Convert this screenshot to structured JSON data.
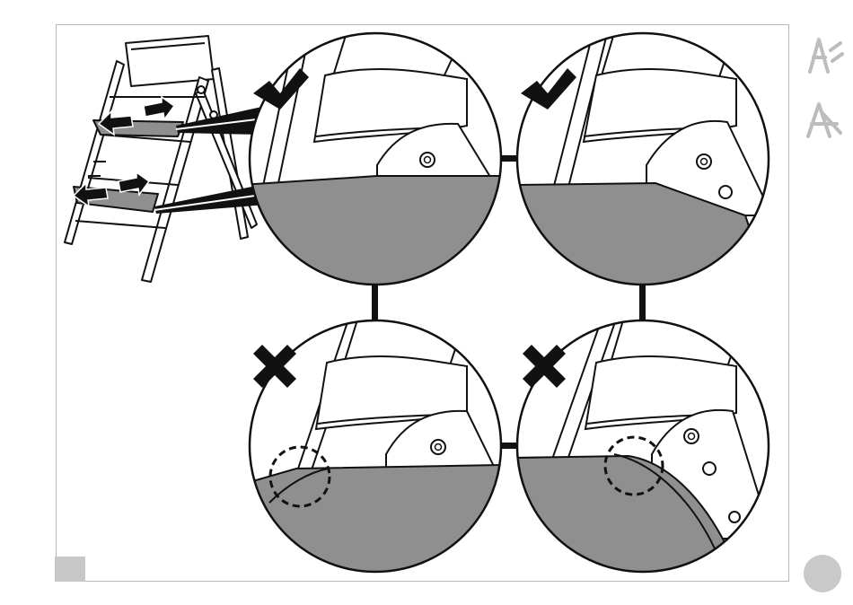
{
  "figure": {
    "type": "assembly-instruction",
    "panels": [
      {
        "id": "top-left",
        "status": "correct",
        "mark": "check-mark"
      },
      {
        "id": "top-right",
        "status": "correct",
        "mark": "check-mark"
      },
      {
        "id": "bottom-left",
        "status": "incorrect",
        "mark": "cross-mark"
      },
      {
        "id": "bottom-right",
        "status": "incorrect",
        "mark": "cross-mark"
      }
    ],
    "colors": {
      "seat_plate": "#8f8f8f",
      "outline": "#111111",
      "frame_border": "#b9b9b9",
      "side_icon": "#bdbdbd",
      "page_marker": "#c9c9c9"
    },
    "icons": [
      "compass-tool-icon",
      "drafting-tool-icon"
    ]
  }
}
